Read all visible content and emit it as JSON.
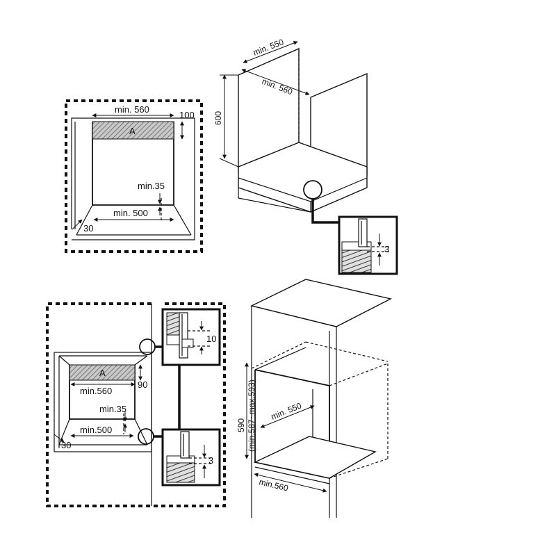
{
  "diagram": {
    "top_left_view": {
      "width_label": "min. 560",
      "gap_label": "100",
      "area_label": "A",
      "depth_label": "min.35",
      "base_label": "min. 500",
      "side_label": "30"
    },
    "top_right_cabinet": {
      "depth_label": "min. 550",
      "width_label": "min. 560",
      "height_label": "600"
    },
    "top_right_detail": {
      "gap_label": "3"
    },
    "bottom_left_view": {
      "width_label": "min.560",
      "gap_label": "90",
      "area_label": "A",
      "depth_label": "min.35",
      "base_label": "min.500",
      "side_label": "30"
    },
    "bottom_middle_details": {
      "top_gap_label": "10",
      "bottom_gap_label": "3"
    },
    "bottom_right_tall_cabinet": {
      "height_label": "590",
      "height_range_label": "(min.587~max.593)",
      "depth_label": "min. 550",
      "width_label": "min.560"
    }
  }
}
